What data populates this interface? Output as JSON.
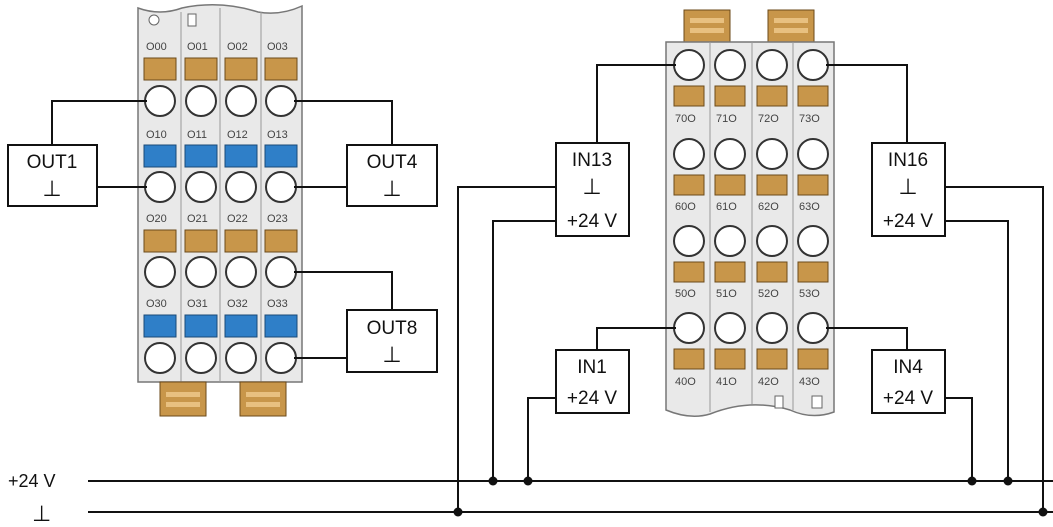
{
  "output_module": {
    "rows": [
      [
        "O00",
        "O01",
        "O02",
        "O03"
      ],
      [
        "O10",
        "O11",
        "O12",
        "O13"
      ],
      [
        "O20",
        "O21",
        "O22",
        "O23"
      ],
      [
        "O30",
        "O31",
        "O32",
        "O33"
      ]
    ]
  },
  "input_module": {
    "rows": [
      [
        "70O",
        "71O",
        "72O",
        "73O"
      ],
      [
        "60O",
        "61O",
        "62O",
        "63O"
      ],
      [
        "50O",
        "51O",
        "52O",
        "53O"
      ],
      [
        "40O",
        "41O",
        "42O",
        "43O"
      ]
    ]
  },
  "loads": {
    "out1": {
      "name": "OUT1",
      "gnd": "⊥"
    },
    "out4": {
      "name": "OUT4",
      "gnd": "⊥"
    },
    "out8": {
      "name": "OUT8",
      "gnd": "⊥"
    }
  },
  "inputs": {
    "in13": {
      "name": "IN13",
      "gnd": "⊥",
      "supply": "+24 V"
    },
    "in16": {
      "name": "IN16",
      "gnd": "⊥",
      "supply": "+24 V"
    },
    "in1": {
      "name": "IN1",
      "supply": "+24 V"
    },
    "in4": {
      "name": "IN4",
      "supply": "+24 V"
    }
  },
  "bus": {
    "supply_label": "+24 V",
    "ground_label": "⊥"
  },
  "colors": {
    "orange": "#c8964a",
    "blue": "#2f7fc8",
    "module": "#e9e9e9",
    "line": "#111111"
  }
}
